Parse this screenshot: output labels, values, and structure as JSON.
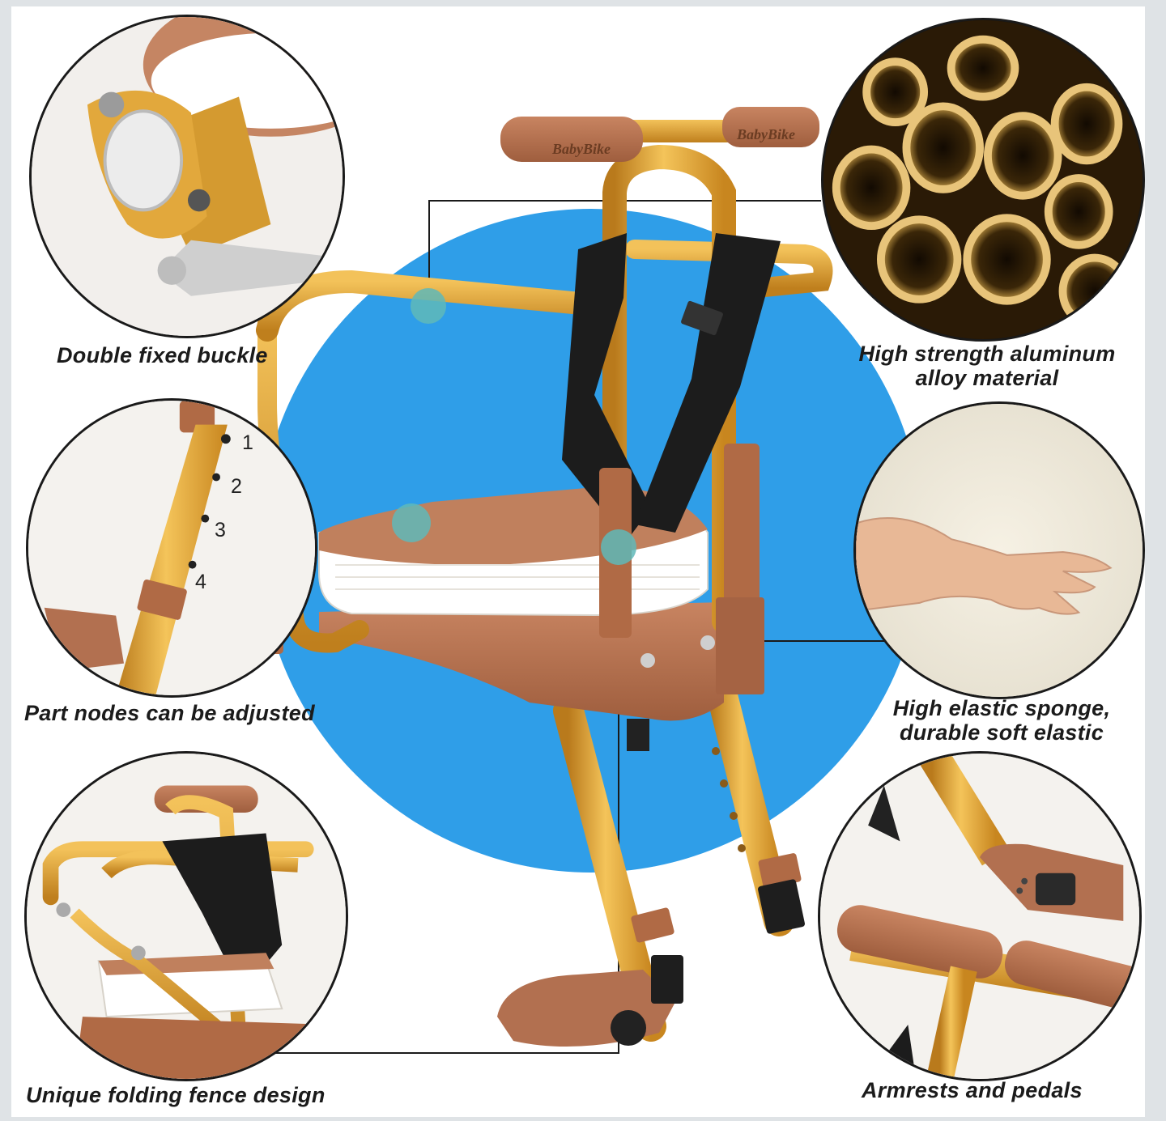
{
  "brand_text": "BabyBike",
  "captions": {
    "top_left": "Double fixed buckle",
    "top_right_line1": "High strength aluminum",
    "top_right_line2": "alloy material",
    "mid_left": "Part nodes can be adjusted",
    "mid_right_line1": "High elastic sponge,",
    "mid_right_line2": "durable soft elastic",
    "bottom_left": "Unique folding fence design",
    "bottom_right": "Armrests and pedals"
  },
  "hole_numbers": [
    "1",
    "2",
    "3",
    "4"
  ],
  "colors": {
    "aluminum": "#e0a435",
    "brown": "#b87350",
    "blue": "#2f9ee8",
    "strap": "#1c1c1c",
    "sponge": "#ffffff"
  }
}
